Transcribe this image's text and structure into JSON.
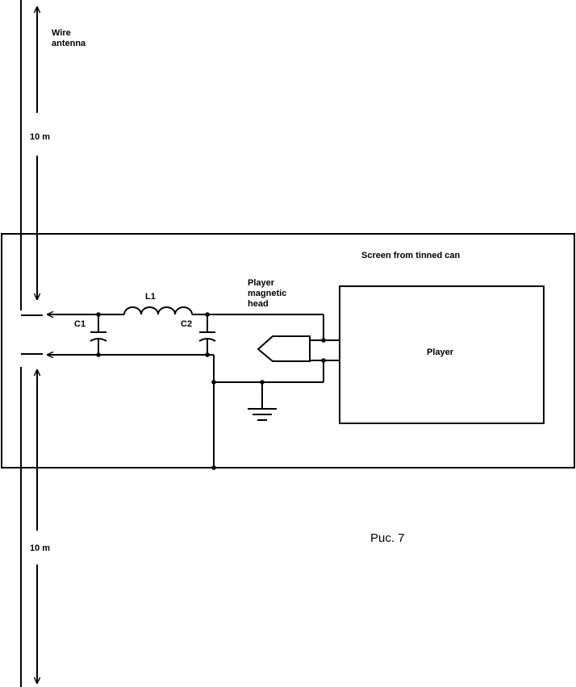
{
  "labels": {
    "antenna": "Wire\nantenna",
    "length_top": "10 m",
    "length_bottom": "10 m",
    "screen": "Screen from tinned can",
    "head": "Player\nmagnetic\nhead",
    "player": "Player",
    "c1": "C1",
    "c2": "C2",
    "l1": "L1",
    "caption": "Рuc. 7"
  },
  "colors": {
    "ink": "#000000",
    "paper": "#ffffff"
  }
}
